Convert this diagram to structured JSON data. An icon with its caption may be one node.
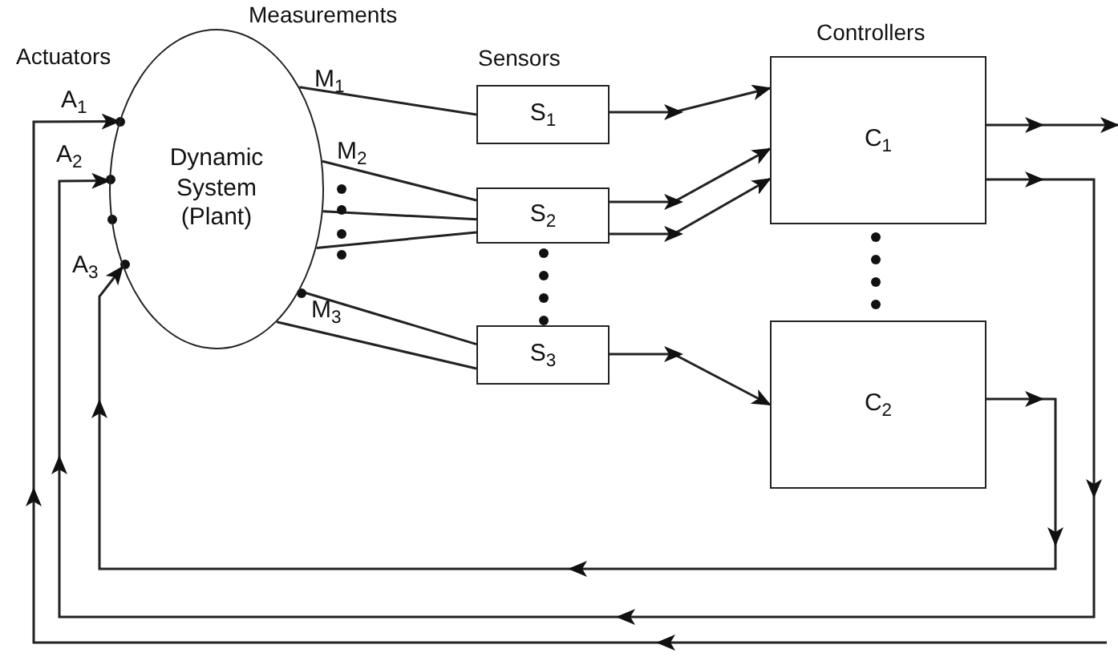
{
  "diagram": {
    "nodes": [
      {
        "text": [
          "Dynamic System (Plant)"
        ]
      },
      {
        "text": [
          "S$_{1}$"
        ]
      },
      {
        "text": [
          "S$_{2}$"
        ]
      },
      {
        "text": [
          "S$_{3}$"
        ]
      },
      {
        "text": [
          "C$_{1}$"
        ]
      },
      {
        "text": [
          "C$_{2}$"
        ]
      }
    ],
    "edges": [
      {
        "from": 0,
        "to": 1,
        "arrow": "none"
      },
      {
        "from": 0,
        "to": 2,
        "arrow": "none"
      },
      {
        "from": 0,
        "to": 2,
        "arrow": "none"
      },
      {
        "from": 0,
        "to": 2,
        "arrow": "none"
      },
      {
        "from": 0,
        "to": 3,
        "arrow": "none"
      },
      {
        "from": 0,
        "to": 3,
        "arrow": "none"
      },
      {
        "from": 1,
        "to": 4,
        "arrow": "to"
      },
      {
        "from": 2,
        "to": 4,
        "arrow": "to"
      },
      {
        "from": 2,
        "to": 4,
        "arrow": "to"
      },
      {
        "from": 3,
        "to": 5,
        "arrow": "to"
      },
      {
        "from": 4,
        "to": null,
        "arrow": "to"
      },
      {
        "from": 4,
        "to": 0,
        "arrow": "to"
      },
      {
        "from": 5,
        "to": 0,
        "arrow": "to"
      },
      {
        "from": null,
        "to": 0,
        "arrow": "to"
      }
    ],
    "labels": [
      "Measurements",
      "Actuators",
      "Sensors",
      "Controllers",
      "A$_{1}$",
      "M$_{1}$",
      "A$_{2}$",
      "M$_{2}$",
      "A$_{3}$",
      "M$_{3}$"
    ]
  }
}
